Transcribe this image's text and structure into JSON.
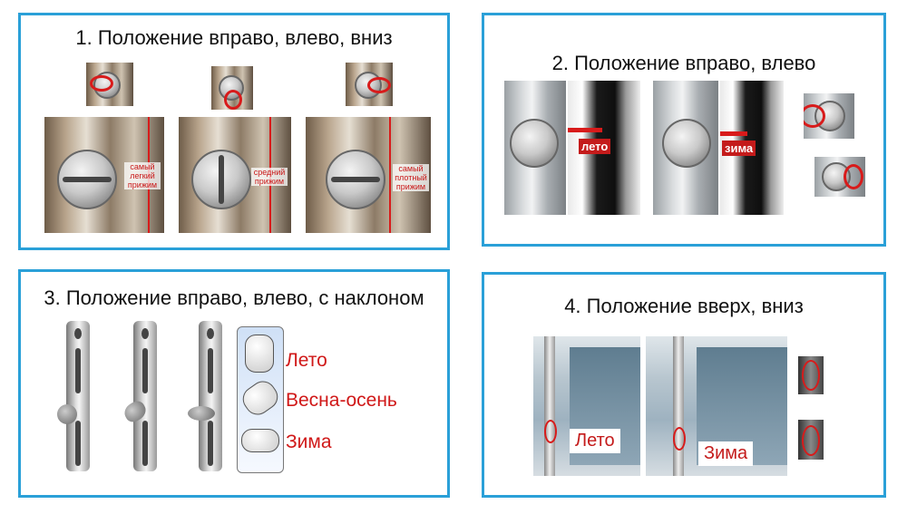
{
  "panels": {
    "p1": {
      "title": "1. Положение вправо, влево, вниз",
      "notes": [
        "самый легкий прижим",
        "средний прижим",
        "самый плотный прижим"
      ]
    },
    "p2": {
      "title": "2. Положение вправо, влево",
      "labels": [
        "лето",
        "зима"
      ]
    },
    "p3": {
      "title": "3. Положение вправо, влево, с наклоном",
      "legend": [
        "Лето",
        "Весна-осень",
        "Зима"
      ]
    },
    "p4": {
      "title": "4. Положение вверх, вниз",
      "labels": [
        "Лето",
        "Зима"
      ]
    }
  },
  "colors": {
    "border": "#2aa0d8",
    "accent_red": "#d01818"
  }
}
